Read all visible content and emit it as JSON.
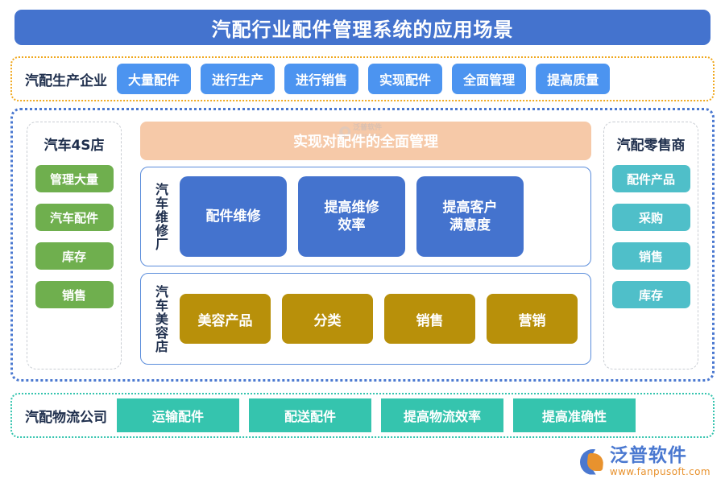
{
  "header": {
    "title": "汽配行业配件管理系统的应用场景",
    "bg_color": "#4473CE"
  },
  "producer_row": {
    "label": "汽配生产企业",
    "border_color": "#F0A81E",
    "chip_color": "#4C94F0",
    "chips": [
      "大量配件",
      "进行生产",
      "进行销售",
      "实现配件",
      "全面管理",
      "提高质量"
    ]
  },
  "main_board": {
    "border_color": "#4A78D0",
    "left_column": {
      "title": "汽车4S店",
      "chip_color": "#6FAF4E",
      "items": [
        "管理大量",
        "汽车配件",
        "库存",
        "销售"
      ]
    },
    "right_column": {
      "title": "汽配零售商",
      "chip_color": "#4FBFC9",
      "items": [
        "配件产品",
        "采购",
        "销售",
        "库存"
      ]
    },
    "banner": {
      "text": "实现对配件的全面管理",
      "bg_color": "#F6C9A8",
      "watermark_text": "泛普软件",
      "watermark_sub": "FANPU SOFT"
    },
    "repair_panel": {
      "label": "汽车维修厂",
      "card_color": "#4473CE",
      "cards": [
        "配件维修",
        "提高维修\n效率",
        "提高客户\n满意度"
      ]
    },
    "beauty_panel": {
      "label": "汽车美容店",
      "card_color": "#B8900A",
      "cards": [
        "美容产品",
        "分类",
        "销售",
        "营销"
      ]
    }
  },
  "logistics_row": {
    "label": "汽配物流公司",
    "border_color": "#35C4AE",
    "chip_color": "#35C4AE",
    "chips": [
      "运输配件",
      "配送配件",
      "提高物流效率",
      "提高准确性"
    ]
  },
  "footer": {
    "brand_cn": "泛普软件",
    "brand_url": "www.fanpusoft.com",
    "brand_color": "#4A78D0",
    "url_color": "#E8922E"
  }
}
